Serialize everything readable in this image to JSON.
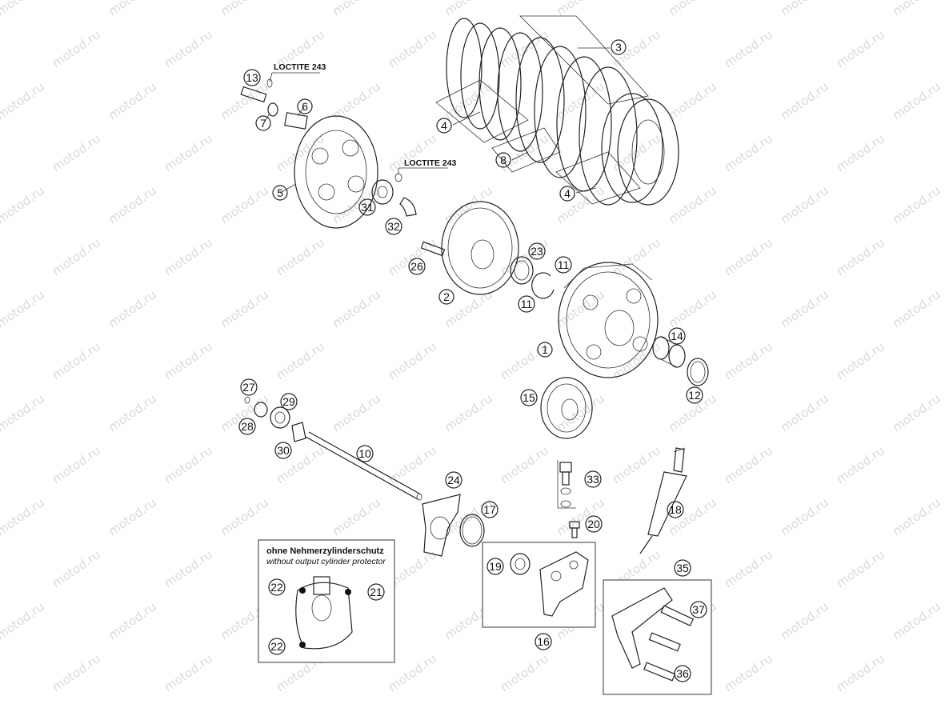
{
  "watermark": "motod.ru",
  "loctite": [
    "LOCTITE 243",
    "LOCTITE 243"
  ],
  "inset": {
    "title": "ohne Nehmerzylinderschutz",
    "subtitle": "without output cylinder protector"
  },
  "callouts": {
    "c1": "1",
    "c2": "2",
    "c3": "3",
    "c4a": "4",
    "c4b": "4",
    "c5": "5",
    "c6": "6",
    "c7": "7",
    "c8": "8",
    "c10": "10",
    "c11a": "11",
    "c11b": "11",
    "c12": "12",
    "c13": "13",
    "c14": "14",
    "c15": "15",
    "c16": "16",
    "c17": "17",
    "c18": "18",
    "c19": "19",
    "c20": "20",
    "c21": "21",
    "c22a": "22",
    "c22b": "22",
    "c23": "23",
    "c24": "24",
    "c26": "26",
    "c27": "27",
    "c28": "28",
    "c29": "29",
    "c30": "30",
    "c31": "31",
    "c32": "32",
    "c33": "33",
    "c35": "35",
    "c36": "36",
    "c37": "37"
  }
}
